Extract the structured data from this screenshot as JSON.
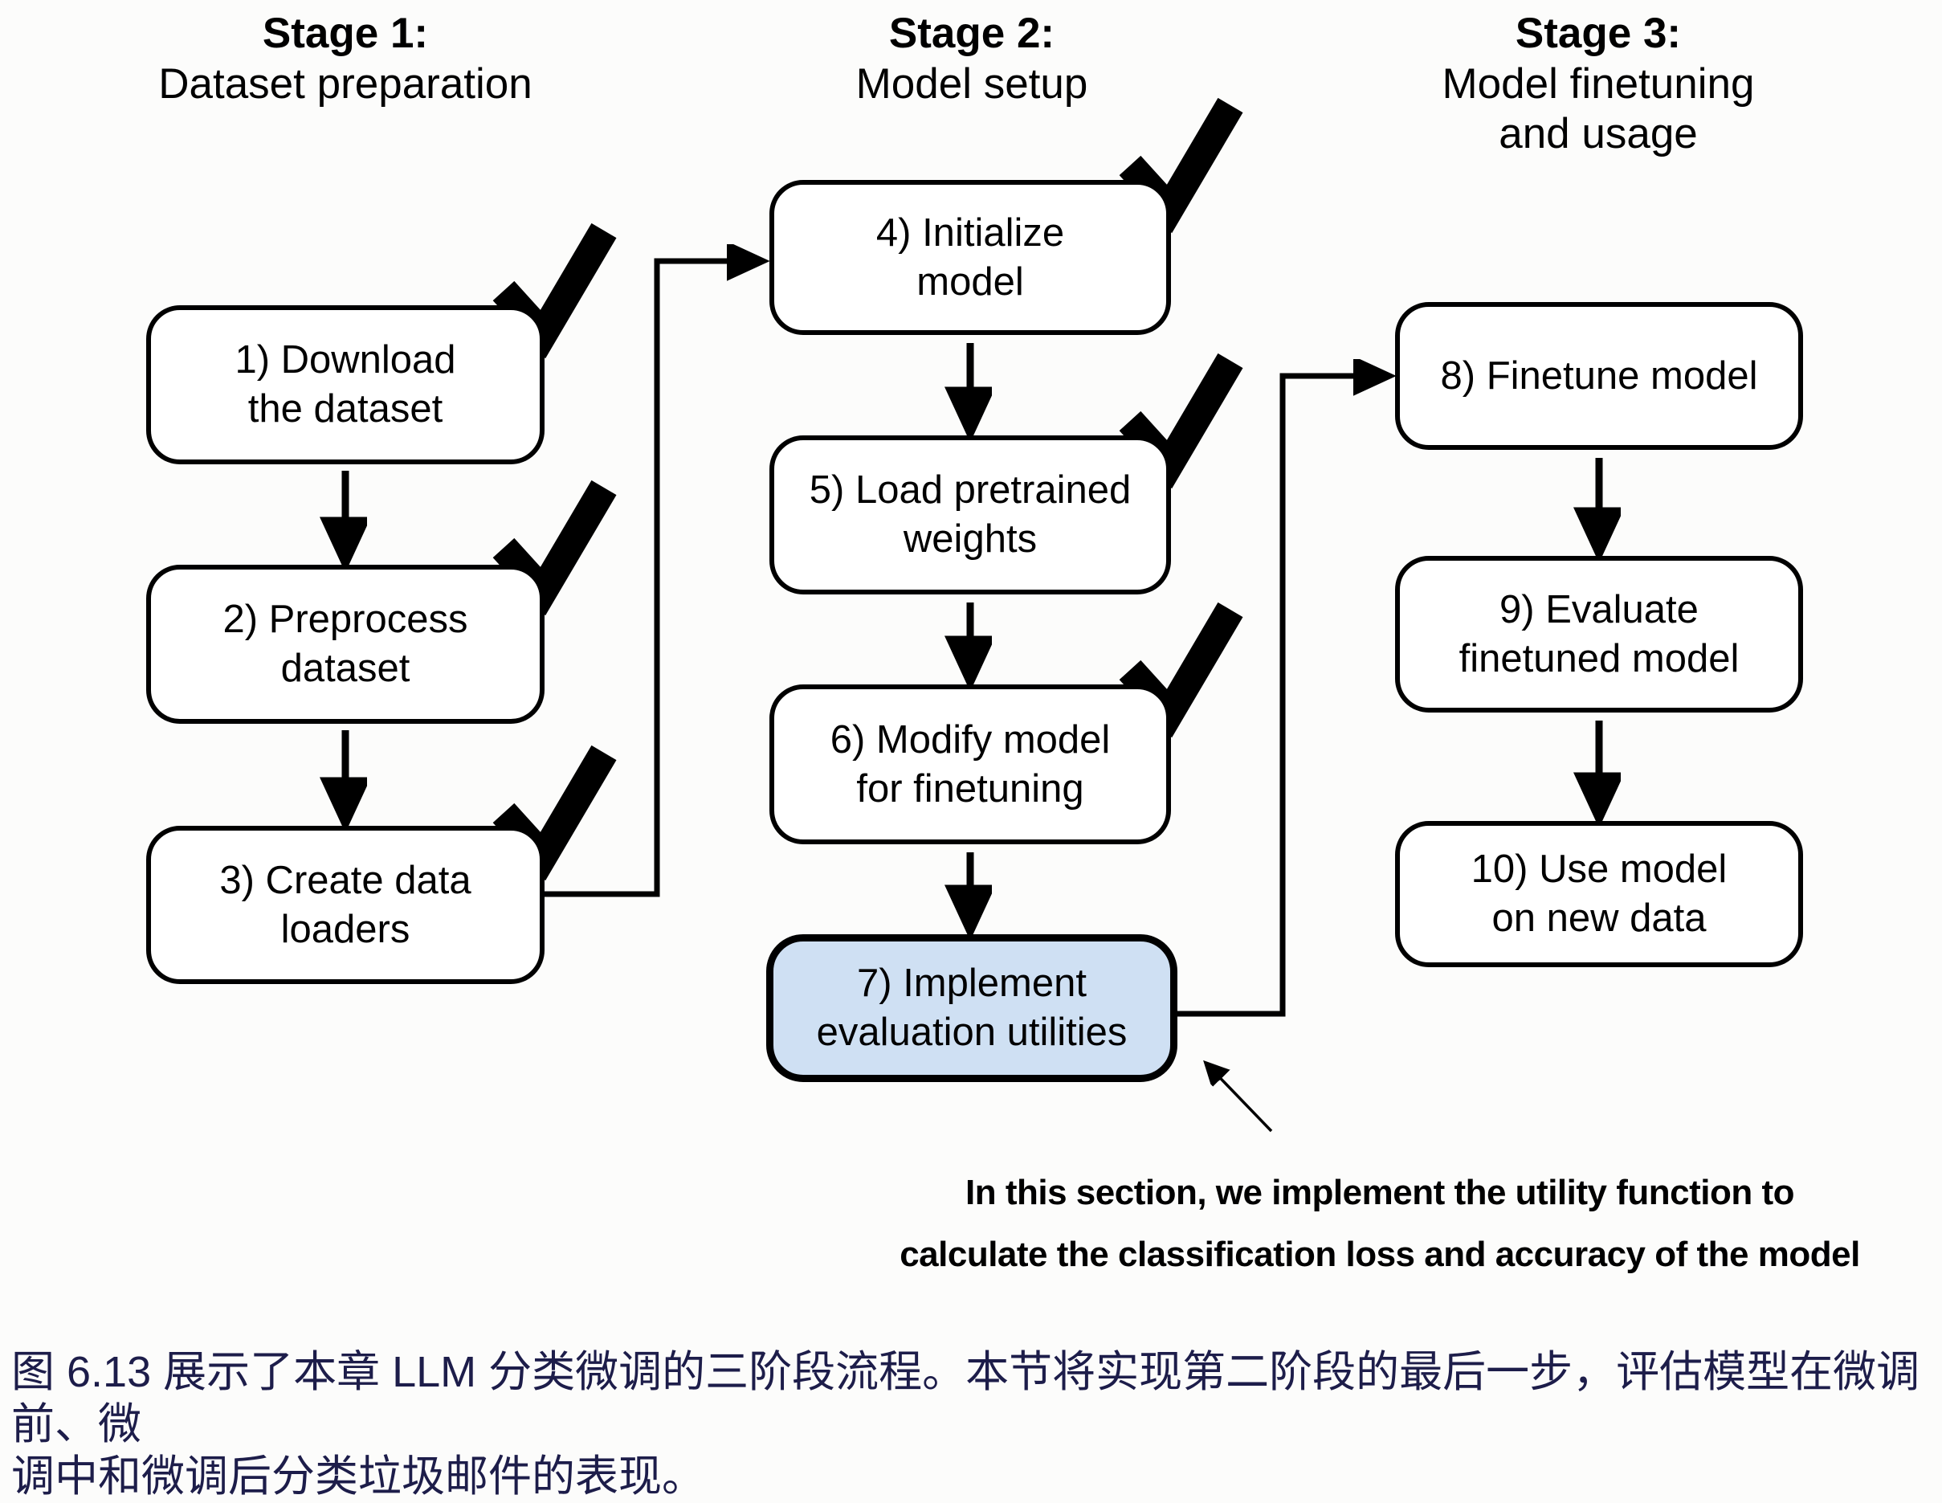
{
  "figure": {
    "stages": [
      {
        "title": "Stage 1:",
        "subtitle": "Dataset preparation"
      },
      {
        "title": "Stage 2:",
        "subtitle": "Model setup"
      },
      {
        "title": "Stage 3:",
        "subtitle": "Model finetuning\nand usage"
      }
    ],
    "nodes": [
      {
        "id": 1,
        "label": "1) Download\nthe dataset",
        "completed": true,
        "highlighted": false
      },
      {
        "id": 2,
        "label": "2) Preprocess\ndataset",
        "completed": true,
        "highlighted": false
      },
      {
        "id": 3,
        "label": "3) Create data\nloaders",
        "completed": true,
        "highlighted": false
      },
      {
        "id": 4,
        "label": "4) Initialize\nmodel",
        "completed": true,
        "highlighted": false
      },
      {
        "id": 5,
        "label": "5) Load pretrained\nweights",
        "completed": true,
        "highlighted": false
      },
      {
        "id": 6,
        "label": "6) Modify model\nfor finetuning",
        "completed": true,
        "highlighted": false
      },
      {
        "id": 7,
        "label": "7) Implement\nevaluation utilities",
        "completed": false,
        "highlighted": true
      },
      {
        "id": 8,
        "label": "8) Finetune model",
        "completed": false,
        "highlighted": false
      },
      {
        "id": 9,
        "label": "9) Evaluate\nfinetuned model",
        "completed": false,
        "highlighted": false
      },
      {
        "id": 10,
        "label": "10) Use model\non new data",
        "completed": false,
        "highlighted": false
      }
    ],
    "annotation": "In this section, we implement the utility function to\ncalculate the classification loss and accuracy of the model"
  },
  "caption": "图 6.13 展示了本章 LLM 分类微调的三阶段流程。本节将实现第二阶段的最后一步，评估模型在微调前、微\n调中和微调后分类垃圾邮件的表现。",
  "colors": {
    "highlight_fill": "#cfe0f3",
    "node_fill": "#ffffff",
    "stroke": "#000000",
    "caption_text": "#1d1d4a"
  }
}
